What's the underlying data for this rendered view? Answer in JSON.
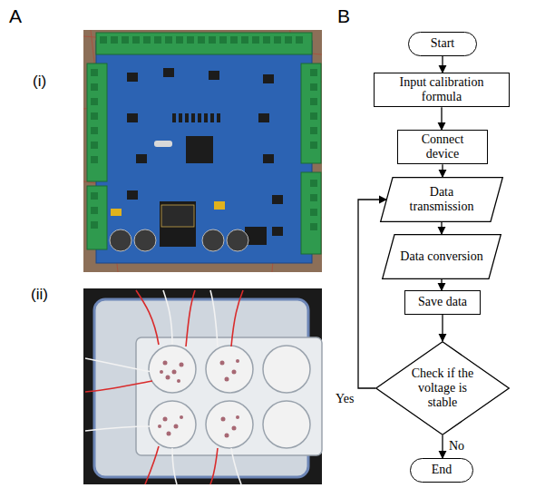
{
  "diagram": {
    "nodes": [
      {
        "text": [
          "Start"
        ]
      },
      {
        "text": [
          "Input calibration formula"
        ]
      },
      {
        "text": [
          "Connect device"
        ]
      },
      {
        "text": [
          "Data transmission"
        ]
      },
      {
        "text": [
          "Data conversion"
        ]
      },
      {
        "text": [
          "Save data"
        ]
      },
      {
        "text": [
          "Check if the voltage is stable"
        ]
      },
      {
        "text": [
          "End"
        ]
      }
    ],
    "edges": [
      {
        "from": 0,
        "to": 1,
        "arrow": "to"
      },
      {
        "from": 1,
        "to": 2,
        "arrow": "to"
      },
      {
        "from": 2,
        "to": 3,
        "arrow": "to"
      },
      {
        "from": 3,
        "to": 4,
        "arrow": "to"
      },
      {
        "from": 4,
        "to": 5,
        "arrow": "to"
      },
      {
        "from": 5,
        "to": 6,
        "arrow": "to"
      },
      {
        "from": 6,
        "to": 3,
        "label": "Yes",
        "arrow": "to"
      },
      {
        "from": 6,
        "to": 7,
        "label": "No",
        "arrow": "to"
      }
    ],
    "labels": [
      "A",
      "B",
      "(i)",
      "(ii)"
    ]
  }
}
